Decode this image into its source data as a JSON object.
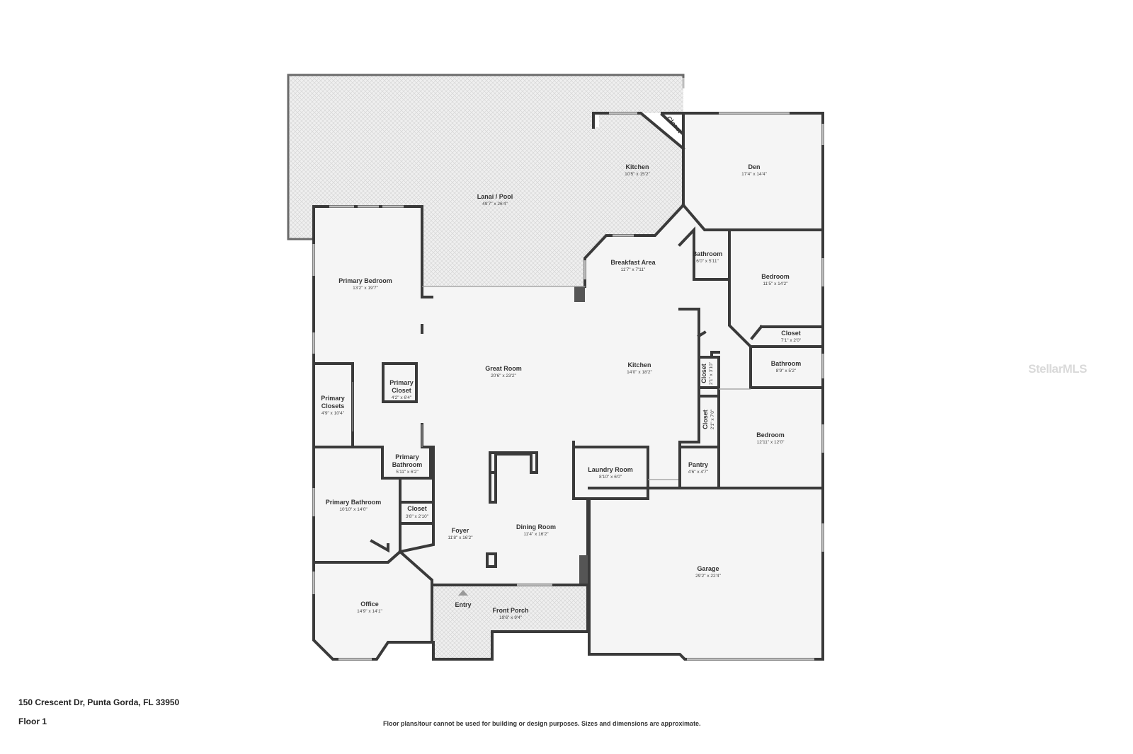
{
  "address": "150 Crescent Dr, Punta Gorda, FL 33950",
  "floor_label": "Floor 1",
  "disclaimer": "Floor plans/tour cannot be used for building or design purposes. Sizes and dimensions are approximate.",
  "watermark": "StellarMLS",
  "colors": {
    "wall": "#3a3a3a",
    "floor": "#f5f5f5",
    "outdoor": "#e9e9e9",
    "window": "#bdbdbd"
  },
  "rooms": {
    "lanai": {
      "name": "Lanai / Pool",
      "dim": "49'7\" x 26'4\""
    },
    "outdoor_kitchen": {
      "name": "Kitchen",
      "dim": "10'5\" x 15'2\""
    },
    "lanai_closet": {
      "name": "Closet"
    },
    "den": {
      "name": "Den",
      "dim": "17'4\" x 14'4\""
    },
    "primary_bedroom": {
      "name": "Primary Bedroom",
      "dim": "13'2\" x 19'7\""
    },
    "breakfast": {
      "name": "Breakfast Area",
      "dim": "11'7\" x 7'11\""
    },
    "bathroom_1": {
      "name": "Bathroom",
      "dim": "6'0\" x 5'11\""
    },
    "bedroom_1": {
      "name": "Bedroom",
      "dim": "11'5\" x 14'2\""
    },
    "closet_1": {
      "name": "Closet",
      "dim": "7'1\" x 2'0\""
    },
    "bathroom_2": {
      "name": "Bathroom",
      "dim": "8'9\" x 5'2\""
    },
    "great_room": {
      "name": "Great Room",
      "dim": "20'6\" x 23'2\""
    },
    "kitchen": {
      "name": "Kitchen",
      "dim": "14'0\" x 18'2\""
    },
    "closet_2": {
      "name": "Closet",
      "dim": "2'1\" x 3'10\""
    },
    "closet_3": {
      "name": "Closet",
      "dim": "2'1\" x 7'0\""
    },
    "primary_closet": {
      "name_1": "Primary",
      "name_2": "Closet",
      "dim": "4'2\" x 6'4\""
    },
    "primary_closets": {
      "name_1": "Primary",
      "name_2": "Closets",
      "dim": "4'9\" x 10'4\""
    },
    "bedroom_2": {
      "name": "Bedroom",
      "dim": "12'11\" x 12'0\""
    },
    "primary_bath_small": {
      "name_1": "Primary",
      "name_2": "Bathroom",
      "dim": "5'11\" x 6'2\""
    },
    "laundry": {
      "name": "Laundry Room",
      "dim": "8'10\" x 6'0\""
    },
    "pantry": {
      "name": "Pantry",
      "dim": "4'6\" x 4'7\""
    },
    "primary_bathroom": {
      "name": "Primary Bathroom",
      "dim": "10'10\" x 14'0\""
    },
    "closet_4": {
      "name": "Closet",
      "dim": "3'8\" x 2'10\""
    },
    "foyer": {
      "name": "Foyer",
      "dim": "11'8\" x 16'2\""
    },
    "dining": {
      "name": "Dining Room",
      "dim": "11'4\" x 16'2\""
    },
    "garage": {
      "name": "Garage",
      "dim": "29'2\" x 22'4\""
    },
    "office": {
      "name": "Office",
      "dim": "14'9\" x 14'1\""
    },
    "entry": {
      "name": "Entry"
    },
    "front_porch": {
      "name": "Front Porch",
      "dim": "19'6\" x 9'4\""
    }
  }
}
